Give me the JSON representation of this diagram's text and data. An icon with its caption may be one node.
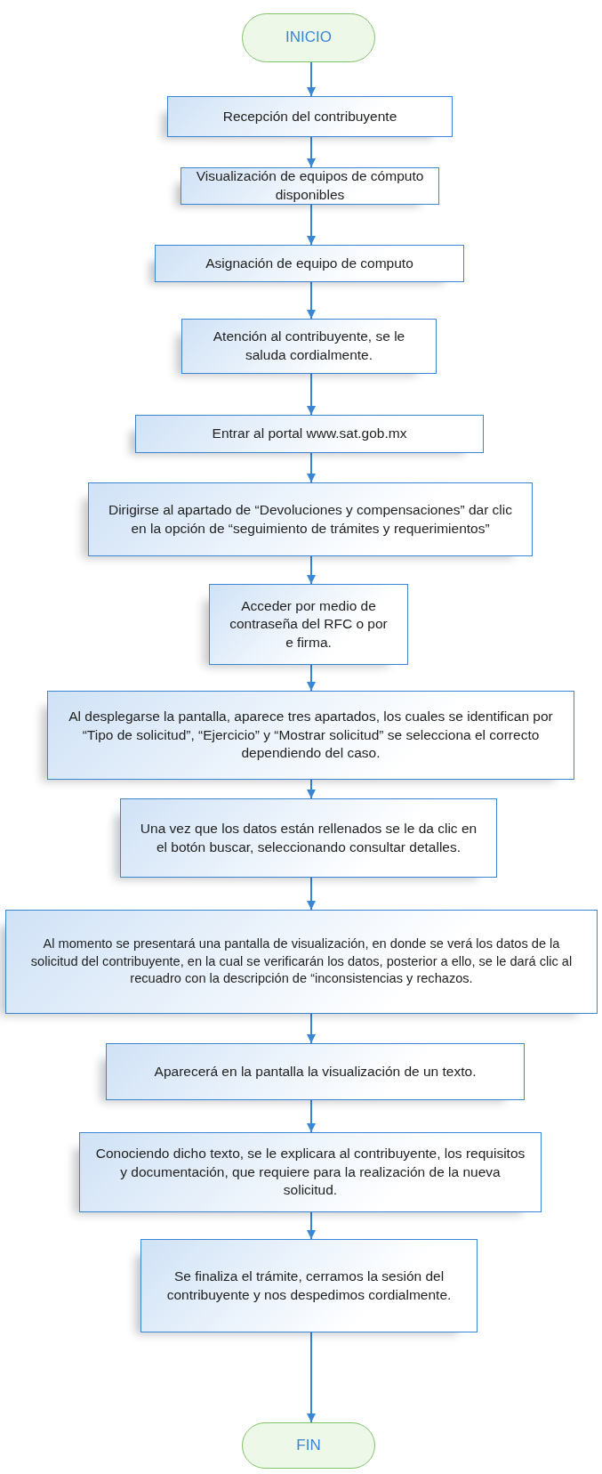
{
  "diagram": {
    "nodes": [
      {
        "text": [
          "INICIO"
        ]
      },
      {
        "text": [
          "Recepción del contribuyente"
        ]
      },
      {
        "text": [
          "Visualización de equipos de cómputo disponibles"
        ]
      },
      {
        "text": [
          "Asignación de equipo de computo"
        ]
      },
      {
        "text": [
          "Atención al contribuyente, se le saluda cordialmente."
        ]
      },
      {
        "text": [
          "Entrar al portal www.sat.gob.mx"
        ]
      },
      {
        "text": [
          "Dirigirse al apartado de “Devoluciones y compensaciones” dar clic en la opción de “seguimiento de trámites y requerimientos”"
        ]
      },
      {
        "text": [
          "Acceder por medio de contraseña del RFC o por e firma."
        ]
      },
      {
        "text": [
          "Al desplegarse la pantalla, aparece tres apartados, los cuales se identifican por “Tipo de solicitud”, “Ejercicio” y “Mostrar solicitud” se selecciona el correcto dependiendo del caso."
        ]
      },
      {
        "text": [
          "Una vez que los datos están rellenados se le da clic en el botón buscar, seleccionando consultar detalles."
        ]
      },
      {
        "text": [
          "Al momento se presentará una pantalla de visualización, en donde se verá los datos de la solicitud del contribuyente, en la cual se verificarán los datos, posterior a ello, se le dará clic al recuadro con la descripción de “inconsistencias y rechazos."
        ]
      },
      {
        "text": [
          "Aparecerá en la pantalla la visualización de un texto."
        ]
      },
      {
        "text": [
          "Conociendo dicho texto, se le explicara al contribuyente, los requisitos y documentación, que requiere para la realización de la nueva solicitud."
        ]
      },
      {
        "text": [
          "Se finaliza el trámite, cerramos la sesión del contribuyente y nos despedimos cordialmente."
        ]
      },
      {
        "text": [
          "FIN"
        ]
      }
    ],
    "edges": [
      {
        "from": 0,
        "to": 1,
        "arrow": "to"
      },
      {
        "from": 1,
        "to": 2,
        "arrow": "to"
      },
      {
        "from": 2,
        "to": 3,
        "arrow": "to"
      },
      {
        "from": 3,
        "to": 4,
        "arrow": "to"
      },
      {
        "from": 4,
        "to": 5,
        "arrow": "to"
      },
      {
        "from": 5,
        "to": 6,
        "arrow": "to"
      },
      {
        "from": 6,
        "to": 7,
        "arrow": "to"
      },
      {
        "from": 7,
        "to": 8,
        "arrow": "to"
      },
      {
        "from": 8,
        "to": 9,
        "arrow": "to"
      },
      {
        "from": 9,
        "to": 10,
        "arrow": "to"
      },
      {
        "from": 10,
        "to": 11,
        "arrow": "to"
      },
      {
        "from": 11,
        "to": 12,
        "arrow": "to"
      },
      {
        "from": 12,
        "to": 13,
        "arrow": "to"
      },
      {
        "from": 13,
        "to": 14,
        "arrow": "to"
      }
    ]
  }
}
